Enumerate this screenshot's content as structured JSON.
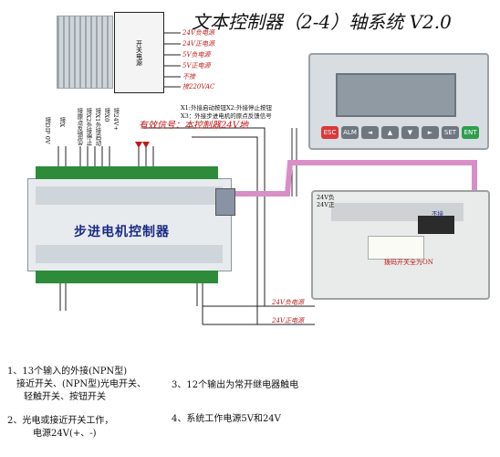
{
  "title": "文本控制器（2-4）轴系统 V2.0",
  "psu": {
    "box_label": "开关电源",
    "outputs": [
      "24V负电源",
      "24V正电源",
      "5V负电源",
      "5V正电源",
      "不接",
      "接220VAC"
    ]
  },
  "switch_notes": [
    "X1:外接启动按钮",
    "X2:外接停止按钮",
    "X3：外接步进电机的原点反馈信号"
  ],
  "signal_note": "有效信号：本控制器24V地",
  "controller": {
    "label": "步进电机控制器",
    "input_labels": [
      "接原点反馈信号X3",
      "接X2外接停止按钮",
      "接X1外接启动按钮",
      "接X0",
      "接DIP 0V",
      "接X",
      "接24V+"
    ]
  },
  "hmi": {
    "keys": [
      "ESC",
      "ALM",
      "◄",
      "▲",
      "▼",
      "►",
      "SET",
      "ENT"
    ]
  },
  "back_panel": {
    "labels": [
      "24V负",
      "24V正",
      "不接"
    ],
    "dial_note": "拨码开关全为ON"
  },
  "power_labels": [
    "24V负电源",
    "24V正电源"
  ],
  "notes": [
    "1、13个输入的外接(NPN型)",
    "接近开关、(NPN型)光电开关、",
    "轻触开关、按钮开关",
    "2、光电或接近开关工作，",
    "电源24V(+、-)",
    "3、12个输出为常开继电器触电",
    "4、系统工作电源5V和24V"
  ],
  "colors": {
    "accent_red": "#c01818",
    "cable": "#d98fc5",
    "terminal_green": "#2e8b3a"
  }
}
